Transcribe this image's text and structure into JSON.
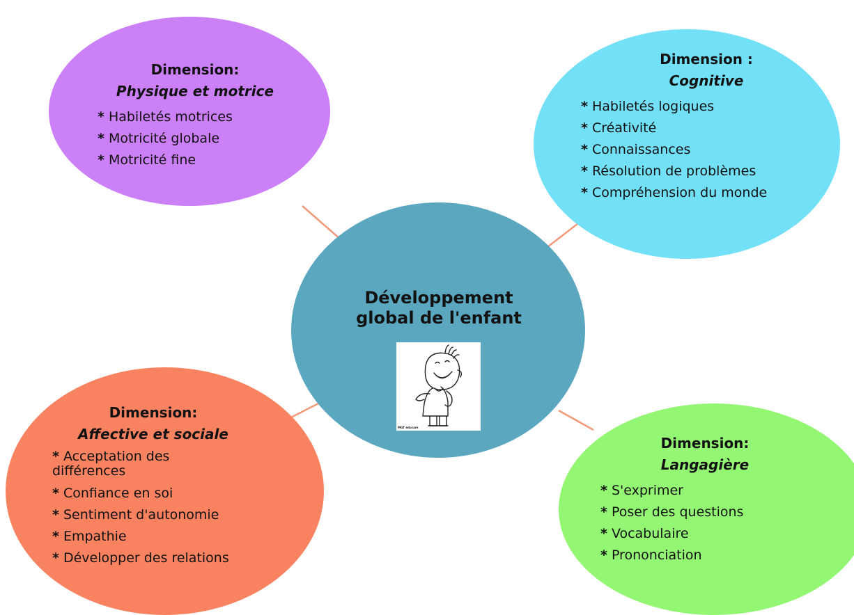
{
  "center": {
    "title": "Développement global de l'enfant",
    "image": {
      "icon": "child-cartoon-icon",
      "caption": "MGT educare"
    },
    "color": "#5ba7c0"
  },
  "connector_color": "#f29a7a",
  "dimensions": [
    {
      "id": "physique",
      "title": "Dimension:",
      "subtitle": "Physique et motrice",
      "color": "#cc80f7",
      "items": [
        "Habiletés motrices",
        "Motricité globale",
        "Motricité fine"
      ]
    },
    {
      "id": "cognitive",
      "title": "Dimension :",
      "subtitle": "Cognitive",
      "color": "#72e0f7",
      "items": [
        "Habiletés logiques",
        "Créativité",
        "Connaissances",
        "Résolution de problèmes",
        "Compréhension du monde"
      ]
    },
    {
      "id": "affective",
      "title": "Dimension:",
      "subtitle": "Affective et sociale",
      "color": "#f98361",
      "items": [
        "Acceptation des différences",
        "Confiance en soi",
        "Sentiment d'autonomie",
        "Empathie",
        "Développer des relations"
      ]
    },
    {
      "id": "langagiere",
      "title": "Dimension:",
      "subtitle": "Langagière",
      "color": "#93f773",
      "items": [
        "S'exprimer",
        "Poser des questions",
        "Vocabulaire",
        "Prononciation"
      ]
    }
  ],
  "bullet": "*"
}
